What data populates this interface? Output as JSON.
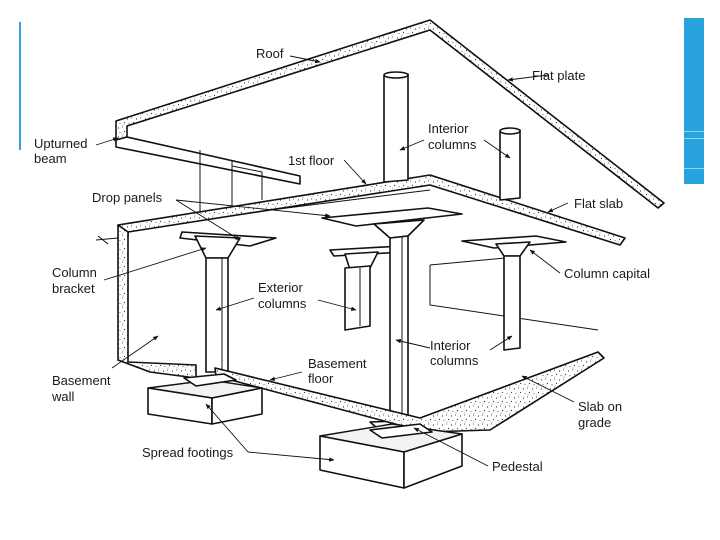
{
  "accent_color": "#29a3dd",
  "labels": {
    "roof": "Roof",
    "flat_plate": "Flat plate",
    "upturned_beam_1": "Upturned",
    "upturned_beam_2": "beam",
    "interior_columns_top_1": "Interior",
    "interior_columns_top_2": "columns",
    "first_floor": "1st floor",
    "drop_panels": "Drop panels",
    "flat_slab": "Flat slab",
    "column_bracket_1": "Column",
    "column_bracket_2": "bracket",
    "exterior_columns_1": "Exterior",
    "exterior_columns_2": "columns",
    "column_capital": "Column capital",
    "basement_floor_1": "Basement",
    "basement_floor_2": "floor",
    "interior_columns_low_1": "Interior",
    "interior_columns_low_2": "columns",
    "basement_wall_1": "Basement",
    "basement_wall_2": "wall",
    "slab_on_grade_1": "Slab on",
    "slab_on_grade_2": "grade",
    "spread_footings": "Spread footings",
    "pedestal": "Pedestal"
  }
}
